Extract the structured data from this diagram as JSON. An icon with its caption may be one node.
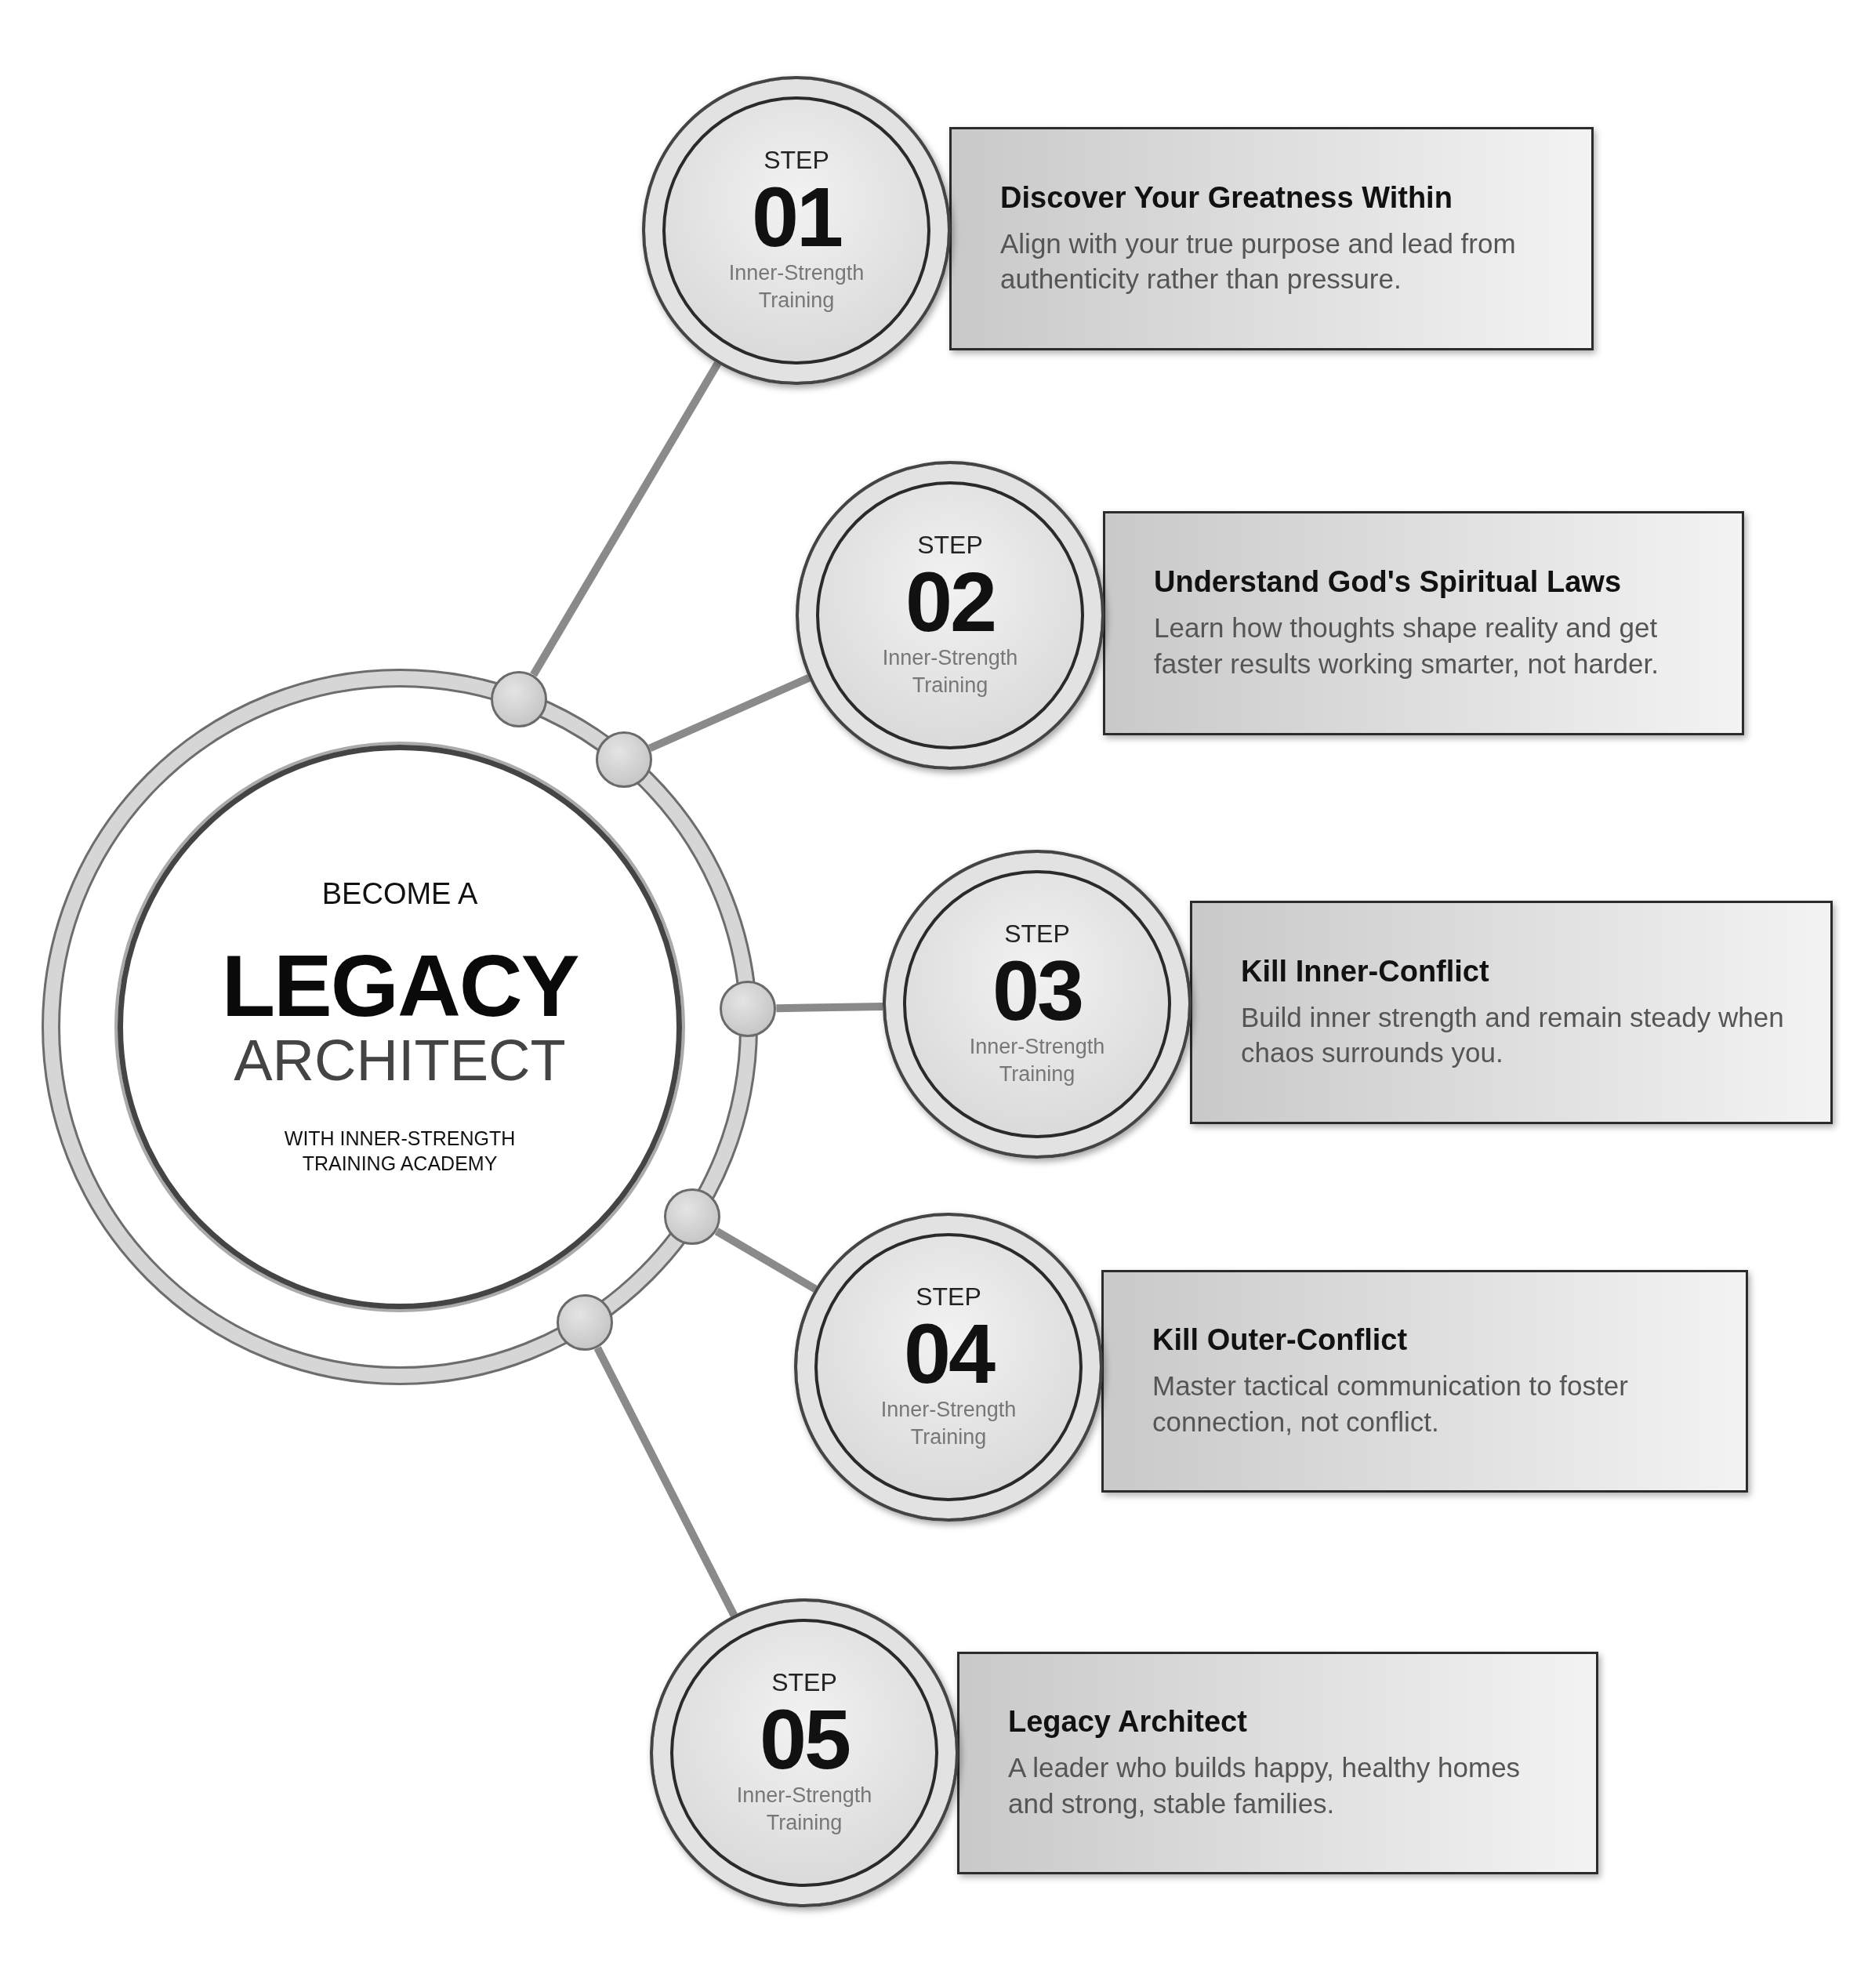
{
  "diagram": {
    "nodes": [
      {
        "text": [
          "BECOME A",
          "LEGACY",
          "ARCHITECT",
          "WITH INNER-STRENGTH TRAINING ACADEMY"
        ]
      },
      {
        "text": [],
        "shape": "circle"
      },
      {
        "text": [],
        "shape": "circle"
      },
      {
        "text": [],
        "shape": "circle"
      },
      {
        "text": [],
        "shape": "circle"
      },
      {
        "text": [],
        "shape": "circle"
      },
      {
        "text": [
          "STEP",
          "01",
          "Inner-Strength Training"
        ]
      },
      {
        "text": [
          "Discover Your Greatness Within",
          "Align with your true purpose and lead from authenticity rather than pressure."
        ]
      },
      {
        "text": [
          "STEP",
          "02",
          "Inner-Strength Training"
        ]
      },
      {
        "text": [
          "Understand God's Spiritual Laws",
          "Learn how thoughts shape reality and get faster results working smarter, not harder."
        ]
      },
      {
        "text": [
          "STEP",
          "03",
          "Inner-Strength Training"
        ]
      },
      {
        "text": [
          "Kill Inner-Conflict",
          "Build inner strength and remain steady when chaos surrounds you."
        ]
      },
      {
        "text": [
          "STEP",
          "04",
          "Inner-Strength Training"
        ]
      },
      {
        "text": [
          "Kill Outer-Conflict",
          "Master tactical communication to foster connection, not conflict."
        ]
      },
      {
        "text": [
          "STEP",
          "05",
          "Inner-Strength Training"
        ]
      },
      {
        "text": [
          "Legacy Architect",
          "A leader who builds happy, healthy homes and strong, stable families."
        ]
      }
    ],
    "edges": [
      {
        "from": 1,
        "to": 6,
        "arrow": "none"
      },
      {
        "from": 2,
        "to": 8,
        "arrow": "none"
      },
      {
        "from": 3,
        "to": 10,
        "arrow": "none"
      },
      {
        "from": 4,
        "to": 12,
        "arrow": "none"
      },
      {
        "from": 5,
        "to": 14,
        "arrow": "none"
      }
    ]
  }
}
